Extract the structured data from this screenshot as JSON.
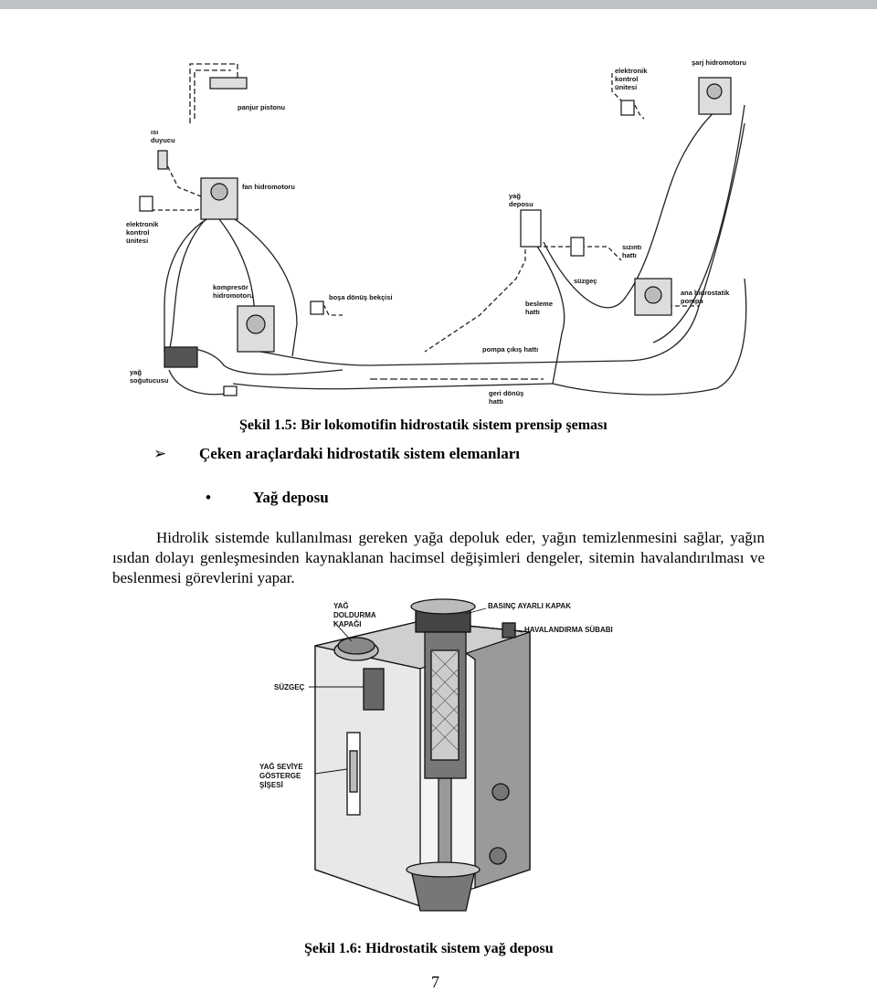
{
  "figure1": {
    "labels": {
      "panjur": "panjur pistonu",
      "isi1": "ısı",
      "isi2": "duyucu",
      "fan": "fan hidromotoru",
      "ek1a": "elektronik",
      "ek1b": "kontrol",
      "ek1c": "ünitesi",
      "komp1": "kompresör",
      "komp2": "hidromotoru",
      "bosa": "boşa dönüş bekçisi",
      "sogut1": "yağ",
      "sogut2": "soğutucusu",
      "ek2a": "elektronik",
      "ek2b": "kontrol",
      "ek2c": "ünitesi",
      "sarj": "şarj hidromotoru",
      "depo1": "yağ",
      "depo2": "deposu",
      "sizinti1": "sızıntı",
      "sizinti2": "hattı",
      "suzgec": "süzgeç",
      "pompa1": "ana hidrostatik",
      "pompa2": "pompa",
      "besleme1": "besleme",
      "besleme2": "hattı",
      "cikis": "pompa çıkış hattı",
      "geri1": "geri dönüş",
      "geri2": "hattı"
    },
    "caption": "Şekil 1.5: Bir lokomotifin hidrostatik sistem prensip şeması"
  },
  "heading": {
    "bullet": "➢",
    "text": "Çeken araçlardaki hidrostatik sistem elemanları"
  },
  "subheading": {
    "bullet": "•",
    "text": "Yağ deposu"
  },
  "paragraph": "Hidrolik sistemde kullanılması gereken yağa depoluk eder, yağın temizlenmesini sağlar, yağın ısıdan dolayı genleşmesinden kaynaklanan hacimsel değişimleri dengeler, sitemin havalandırılması ve beslenmesi görevlerini yapar.",
  "figure2": {
    "labels": {
      "dolum1": "YAĞ",
      "dolum2": "DOLDURMA",
      "dolum3": "KAPAĞI",
      "basinc": "BASINÇ AYARLI KAPAK",
      "havalandirma": "HAVALANDIRMA SÜBABI",
      "suzgec": "SÜZGEÇ",
      "seviye1": "YAĞ SEVİYE",
      "seviye2": "GÖSTERGE",
      "seviye3": "ŞİŞESİ"
    },
    "caption": "Şekil 1.6: Hidrostatik sistem yağ deposu"
  },
  "page_number": "7"
}
